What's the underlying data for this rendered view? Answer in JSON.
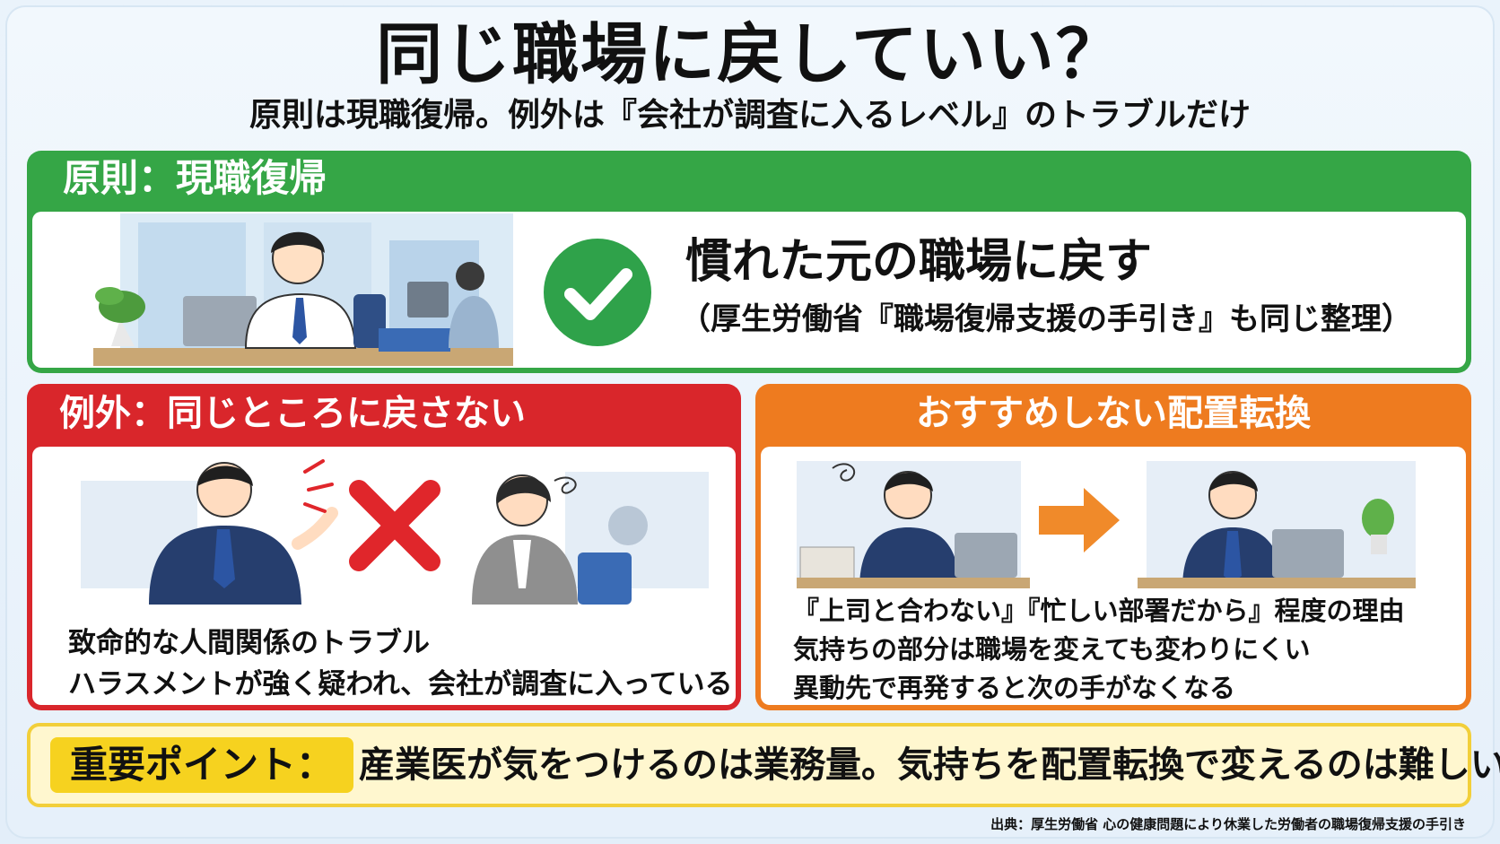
{
  "header": {
    "title": "同じ職場に戻していい？",
    "subtitle": "原則は現職復帰。例外は『会社が調査に入るレベル』のトラブルだけ"
  },
  "principle": {
    "heading": "原則：現職復帰",
    "main": "慣れた元の職場に戻す",
    "sub": "（厚生労働省『職場復帰支援の手引き』も同じ整理）",
    "color": "#35a646"
  },
  "exception": {
    "heading": "例外：同じところに戻さない",
    "lines": [
      "致命的な人間関係のトラブル",
      "ハラスメントが強く疑われ、会社が調査に入っている"
    ],
    "color": "#d9262b"
  },
  "not_recommended": {
    "heading": "おすすめしない配置転換",
    "lines": [
      "『上司と合わない』『忙しい部署だから』程度の理由",
      "気持ちの部分は職場を変えても変わりにくい",
      "異動先で再発すると次の手がなくなる"
    ],
    "color": "#ee7b1f"
  },
  "key_point": {
    "label": "重要ポイント：",
    "text": "産業医が気をつけるのは業務量。気持ちを配置転換で変えるのは難しい",
    "color": "#f6d21f"
  },
  "source": "出典：厚生労働省 心の健康問題により休業した労働者の職場復帰支援の手引き",
  "icons": [
    "check-icon",
    "cross-icon",
    "arrow-right-icon",
    "stress-scribble-icon"
  ]
}
